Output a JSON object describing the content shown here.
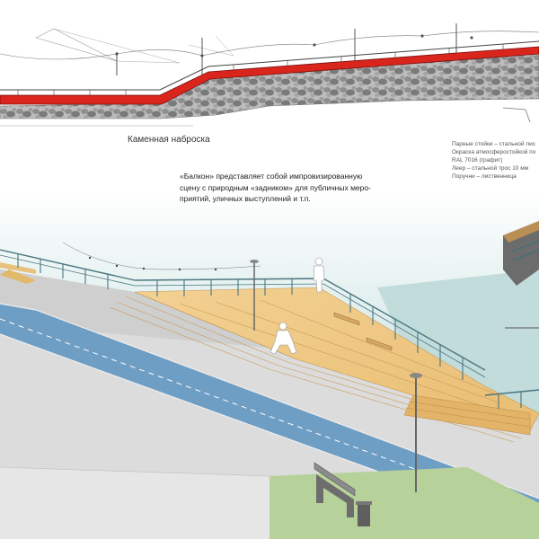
{
  "labels": {
    "stone_fill": "Каменная наброска"
  },
  "spec_notes": [
    "Парные стойки – стальной лис",
    "Окраска атмосферостойкой по",
    "RAL 7016 (графит)",
    "Леер  – стальной трос 10 мм",
    "Поручни – лиственница"
  ],
  "description_lines": [
    "«Балкон» представляет собой импровизированную",
    "сцену с природным «задником» для публичных меро-",
    "приятий, уличных выступлений и т.п."
  ],
  "colors": {
    "red_band": "#d9251c",
    "wood_deck": "#f0c87f",
    "bike_lane": "#6f9ec4",
    "water": "#cfe5e5",
    "grass": "#b7d19a",
    "stone": "#9a9a9a",
    "railing": "#4a7680"
  },
  "icons": [
    "person-standing-icon",
    "person-sitting-icon",
    "street-lamp-icon",
    "bench-icon",
    "trash-bin-icon"
  ]
}
